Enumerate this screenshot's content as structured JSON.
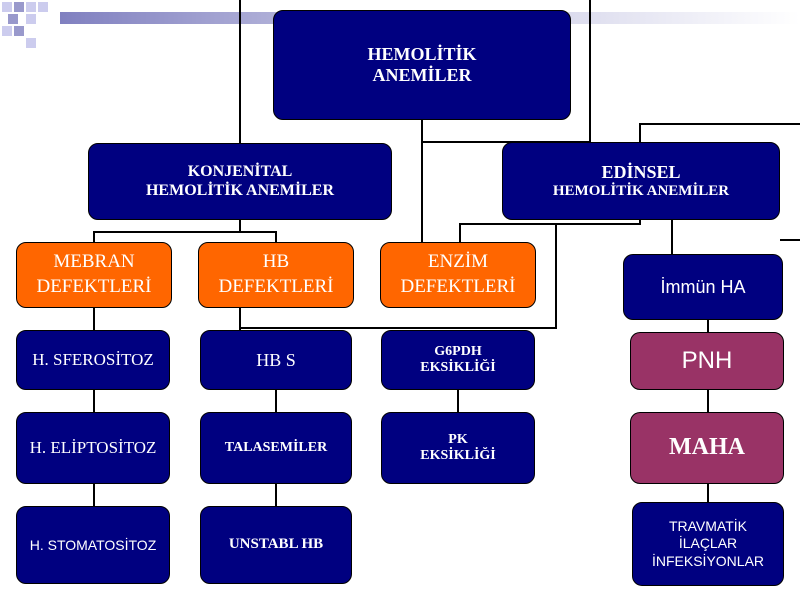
{
  "nodes": {
    "root": "HEMOLİTİK\nANEMİLER",
    "konjenital": "KONJENİTAL\nHEMOLİTİK ANEMİLER",
    "edinsel_title": "EDİNSEL",
    "edinsel_sub": "HEMOLİTİK ANEMİLER",
    "mebran": "MEBRAN\nDEFEKTLERİ",
    "hb": "HB\nDEFEKTLERİ",
    "enzim": "ENZİM\nDEFEKTLERİ",
    "immun": "İmmün HA",
    "sferositoz": "H. SFEROSİTOZ",
    "eliptositoz": "H. ELİPTOSİTOZ",
    "stomatositoz": "H. STOMATOSİTOZ",
    "hbs": "HB S",
    "talasemiler": "TALASEMİLER",
    "unstabl": "UNSTABL HB",
    "g6pdh": "G6PDH\nEKSİKLİĞİ",
    "pk": "PK\nEKSİKLİĞİ",
    "pnh": "PNH",
    "maha": "MAHA",
    "travmatik": "TRAVMATİK\nİLAÇLAR\nİNFEKSİYONLAR"
  },
  "colors": {
    "navy": "#000080",
    "orange": "#ff6600",
    "purple": "#993366",
    "line": "#000000"
  }
}
